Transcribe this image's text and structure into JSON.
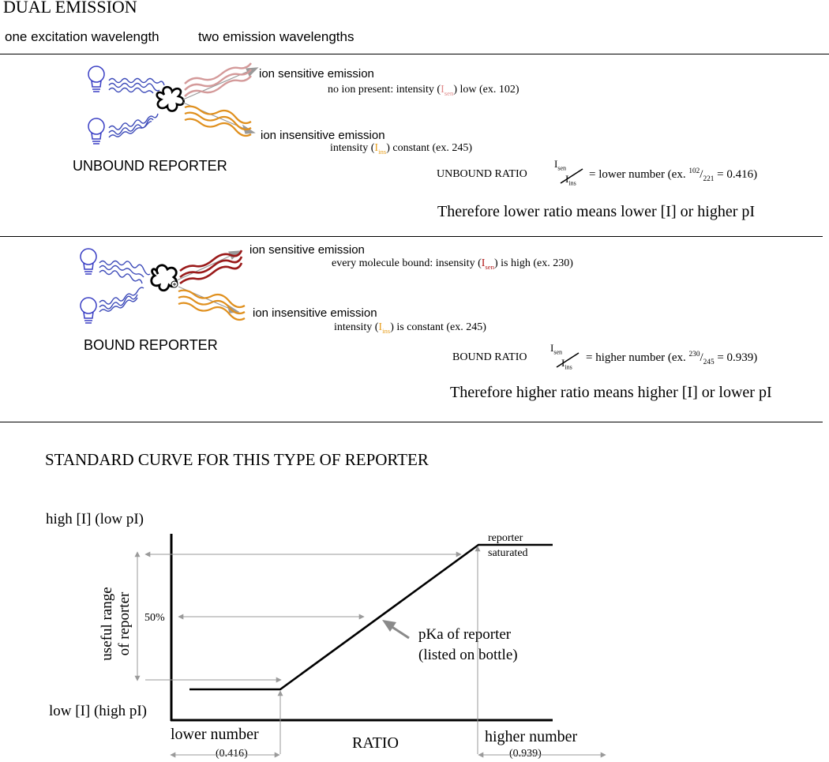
{
  "header": {
    "title": "DUAL EMISSION",
    "excitation": "one excitation wavelength",
    "emission": "two emission wavelengths"
  },
  "unbound": {
    "caption": "UNBOUND REPORTER",
    "sensitive_label": "ion sensitive emission",
    "sensitive_pre": "no ion present: intensity (",
    "sensitive_sym": "I",
    "sensitive_sub": "sen",
    "sensitive_post": ") low  (ex. 102)",
    "insensitive_label": "ion insensitive emission",
    "insensitive_pre": "intensity (",
    "insensitive_sym": "I",
    "insensitive_sub": "ins",
    "insensitive_post": ") constant  (ex. 245)",
    "ratio_label": "UNBOUND RATIO",
    "ratio_num": "I",
    "ratio_num_sub": "sen",
    "ratio_den": "I",
    "ratio_den_sub": "ins",
    "ratio_text_pre": "= lower number  (ex. ",
    "ratio_text_sup": "102",
    "ratio_text_slash": "/",
    "ratio_text_sub": "221",
    "ratio_text_post": " = 0.416)",
    "conclusion": "Therefore lower ratio means lower [I] or higher pI"
  },
  "bound": {
    "caption": "BOUND REPORTER",
    "sensitive_label": "ion sensitive emission",
    "sensitive_pre": "every molecule bound: insensity (",
    "sensitive_sym": "I",
    "sensitive_sub": "sen",
    "sensitive_post": ") is high (ex. 230)",
    "insensitive_label": "ion insensitive emission",
    "insensitive_pre": "intensity (",
    "insensitive_sym": "I",
    "insensitive_sub": "ins",
    "insensitive_post": ") is constant (ex. 245)",
    "ratio_label": "BOUND RATIO",
    "ratio_num": "I",
    "ratio_num_sub": "sen",
    "ratio_den": "I",
    "ratio_den_sub": "ins",
    "ratio_text_pre": "= higher number  (ex. ",
    "ratio_text_sup": "230",
    "ratio_text_slash": "/",
    "ratio_text_sub": "245",
    "ratio_text_post": " = 0.939)",
    "conclusion": "Therefore higher ratio means higher [I] or lower pI"
  },
  "curve": {
    "title": "STANDARD CURVE FOR THIS TYPE OF REPORTER",
    "y_high": "high [I]  (low pI)",
    "y_low": "low [I]  (high pI)",
    "y_range_line1": "useful range",
    "y_range_line2": "of reporter",
    "fifty": "50%",
    "saturated_line1": "reporter",
    "saturated_line2": "saturated",
    "pka_line1": "pKa of reporter",
    "pka_line2": "(listed on bottle)",
    "x_low": "lower number",
    "x_low_val": "(0.416)",
    "x_axis": "RATIO",
    "x_high": "higher number",
    "x_high_val": "(0.939)"
  },
  "colors": {
    "bulb": "#3a3fc4",
    "wave_excitation": "#3a48b8",
    "wave_unbound_sensitive": "#d49a9a",
    "wave_bound_sensitive": "#9a1a1a",
    "wave_insensitive": "#e0901e",
    "i_unbound_sensitive": "#e08a8a",
    "i_bound_sensitive": "#b01818",
    "i_insensitive": "#e8a020",
    "arrow_gray": "#9a9a9a"
  }
}
